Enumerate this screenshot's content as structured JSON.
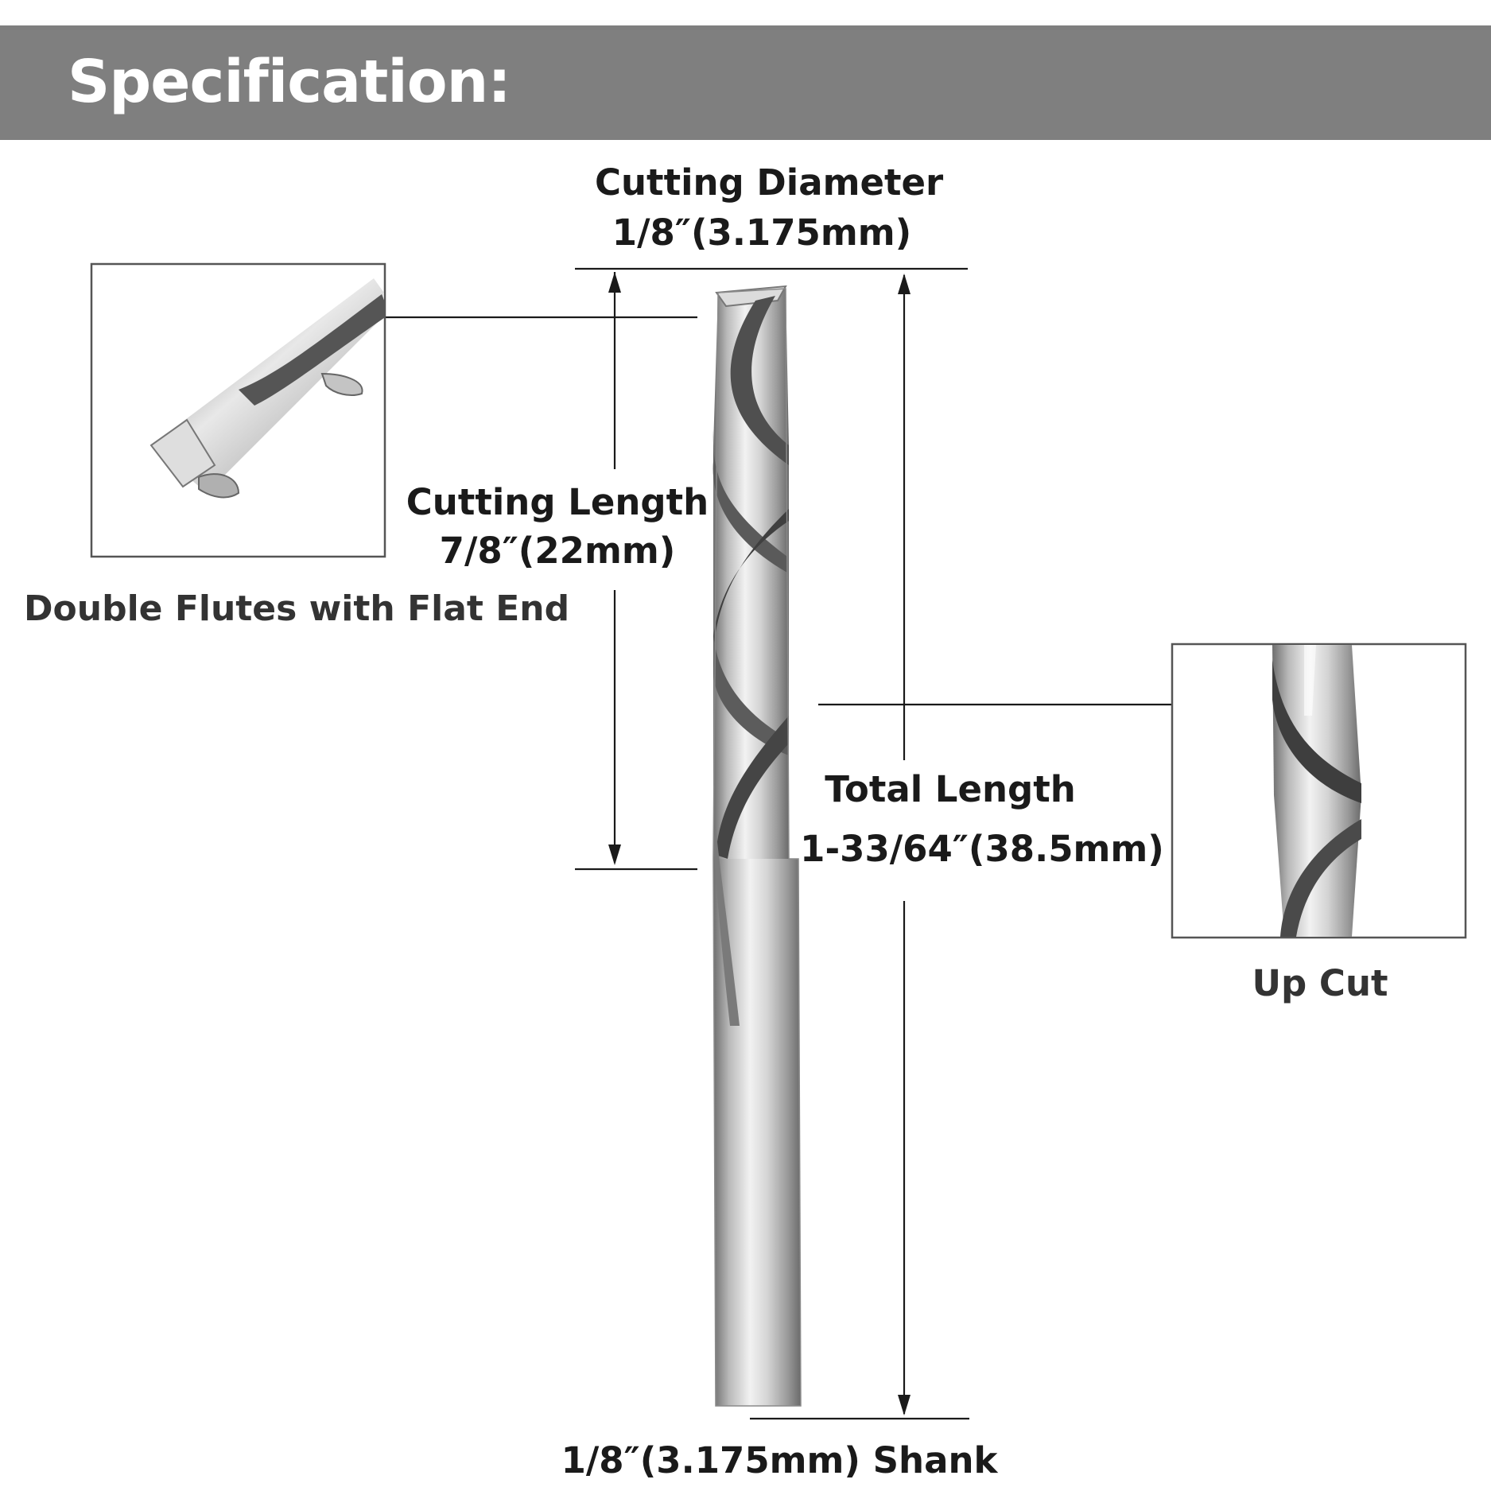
{
  "header": {
    "title": "Specification:"
  },
  "dimensions": {
    "cutting_diameter_title": "Cutting Diameter",
    "cutting_diameter_value": "1/8″(3.175mm)",
    "cutting_length_title": "Cutting Length",
    "cutting_length_value": "7/8″(22mm)",
    "total_length_title": "Total Length",
    "total_length_value": "1-33/64″(38.5mm)",
    "shank_label": "1/8″(3.175mm) Shank"
  },
  "callouts": {
    "flat_end_caption": "Double Flutes with Flat End",
    "up_cut_caption": "Up Cut"
  },
  "colors": {
    "header_bg": "#7f7f7f",
    "header_text": "#ffffff",
    "line": "#1a1a1a",
    "text": "#1a1a1a"
  }
}
